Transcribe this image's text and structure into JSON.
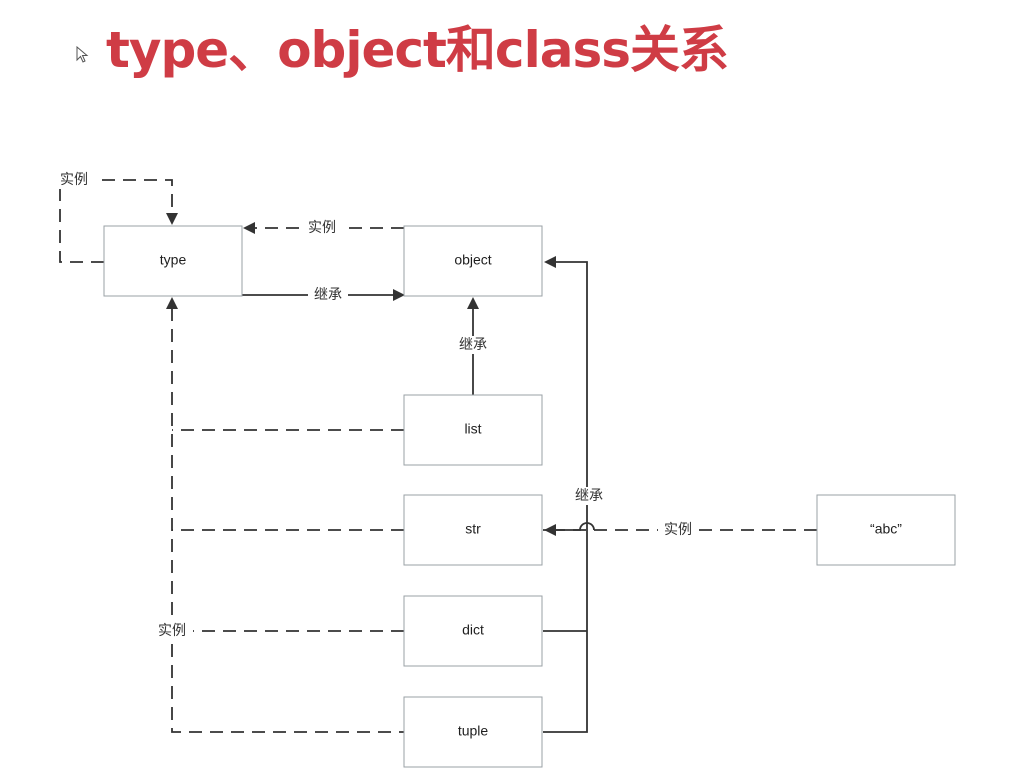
{
  "title": "type、object和class关系",
  "nodes": {
    "type": "type",
    "object": "object",
    "list": "list",
    "str": "str",
    "dict": "dict",
    "tuple": "tuple",
    "abc": "“abc”"
  },
  "edge_labels": {
    "type_self_instance": "实例",
    "object_instance_of_type": "实例",
    "type_inherits_object": "继承",
    "list_inherits_object": "继承",
    "str_dict_tuple_inherit_object": "继承",
    "abc_instance_of_str": "实例",
    "builtins_instance_of_type": "实例"
  },
  "colors": {
    "title": "#cf3c45",
    "box_border": "#9aa0a6",
    "line": "#333333"
  }
}
